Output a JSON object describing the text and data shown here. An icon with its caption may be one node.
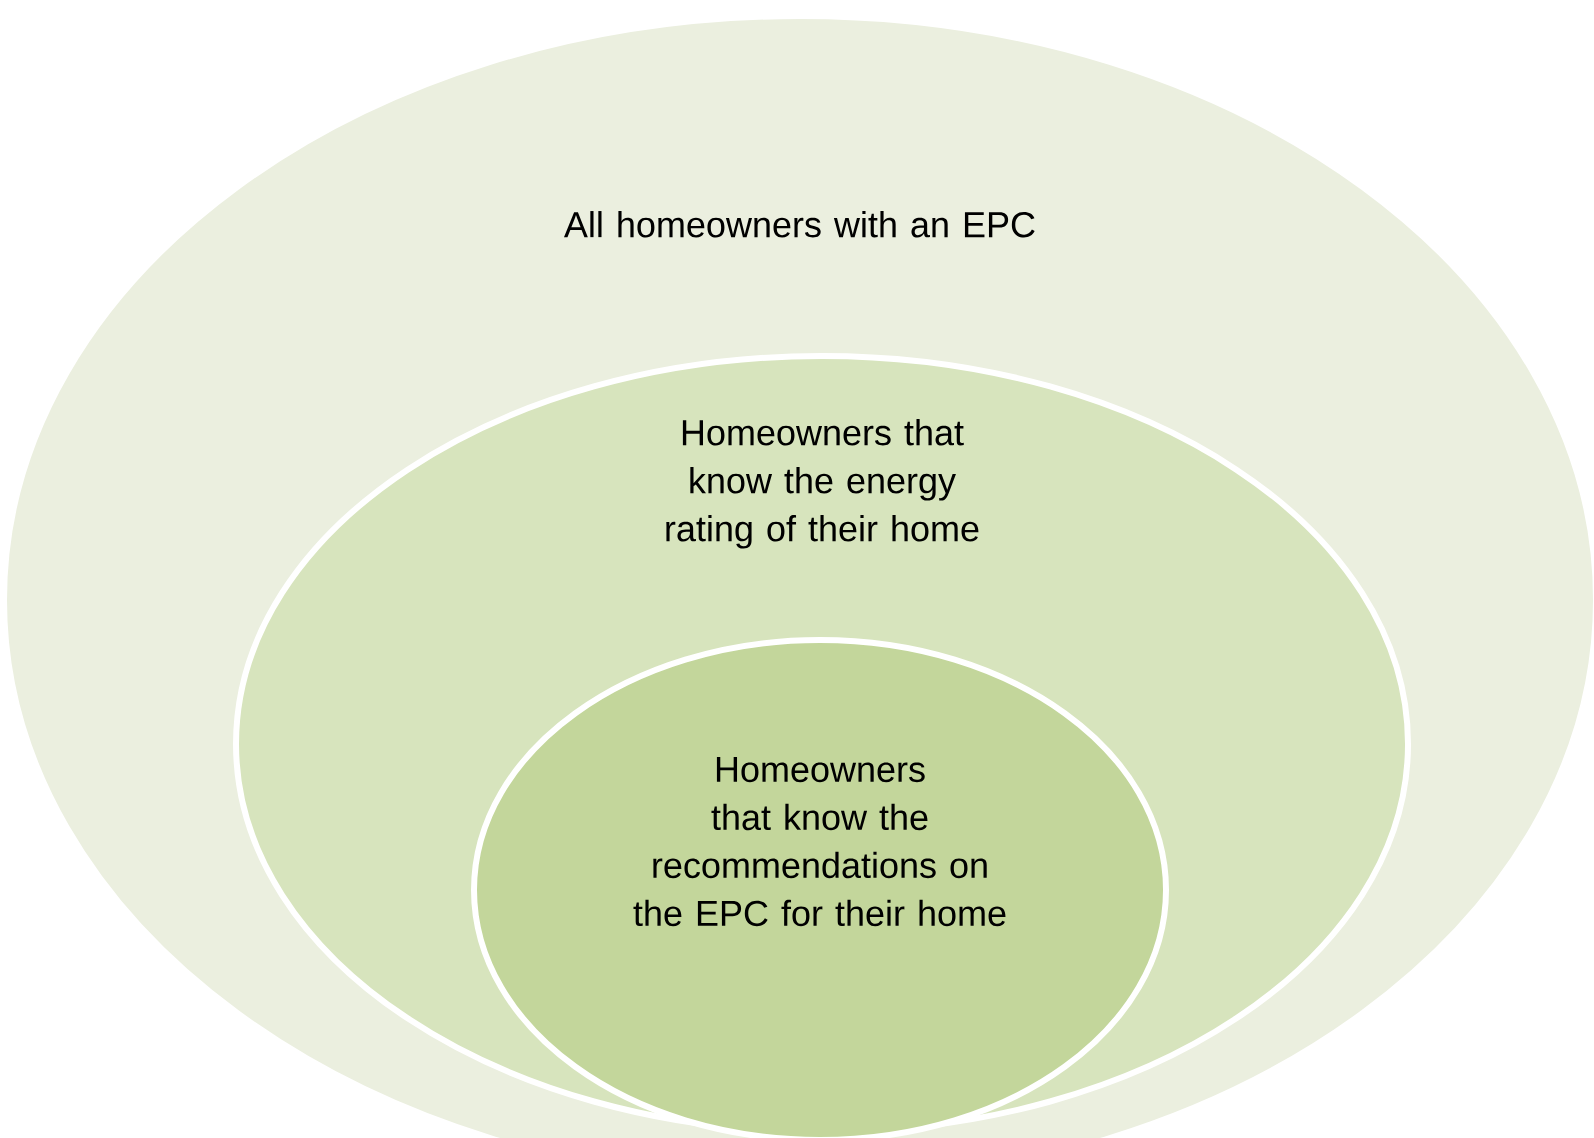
{
  "diagram": {
    "nodes": [
      {
        "text": [
          "All homeowners with an EPC"
        ]
      },
      {
        "text": [
          "Homeowners that know the energy rating of their home"
        ],
        "in": 0
      },
      {
        "text": [
          "Homeowners that know the recommendations on the EPC for their home"
        ],
        "in": 1
      }
    ]
  }
}
